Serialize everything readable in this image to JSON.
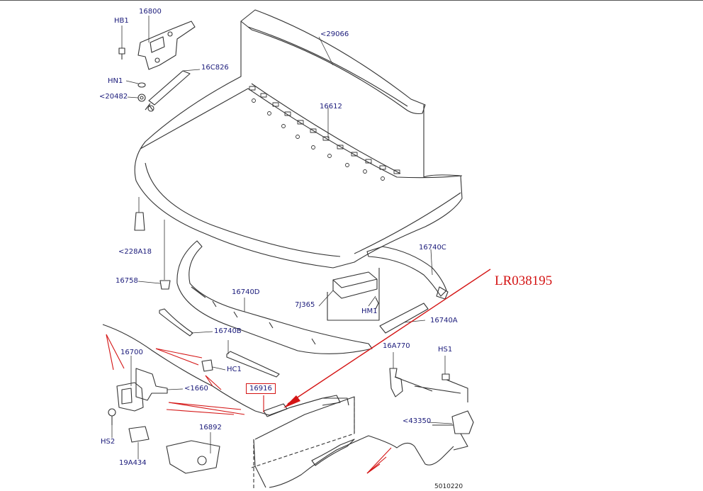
{
  "labels": {
    "hb1": "HB1",
    "p16800": "16800",
    "p29066": "<29066",
    "p16c826": "16C826",
    "hn1": "HN1",
    "p20482": "<20482",
    "p16612": "16612",
    "p228a18": "<228A18",
    "p16740c": "16740C",
    "p16758": "16758",
    "p16740d": "16740D",
    "p7j365": "7J365",
    "hm1": "HM1",
    "p16740a": "16740A",
    "p16740b": "16740B",
    "p16700": "16700",
    "hc1": "HC1",
    "p16a770": "16A770",
    "hs1": "HS1",
    "p1660": "<1660",
    "p16916": "16916",
    "p43350": "<43350",
    "hs2": "HS2",
    "p16892": "16892",
    "p19a434": "19A434"
  },
  "reference_code": "LR038195",
  "figure_number": "5010220",
  "colors": {
    "label": "#1a1a7a",
    "highlight": "#d41414",
    "line": "#333333"
  }
}
